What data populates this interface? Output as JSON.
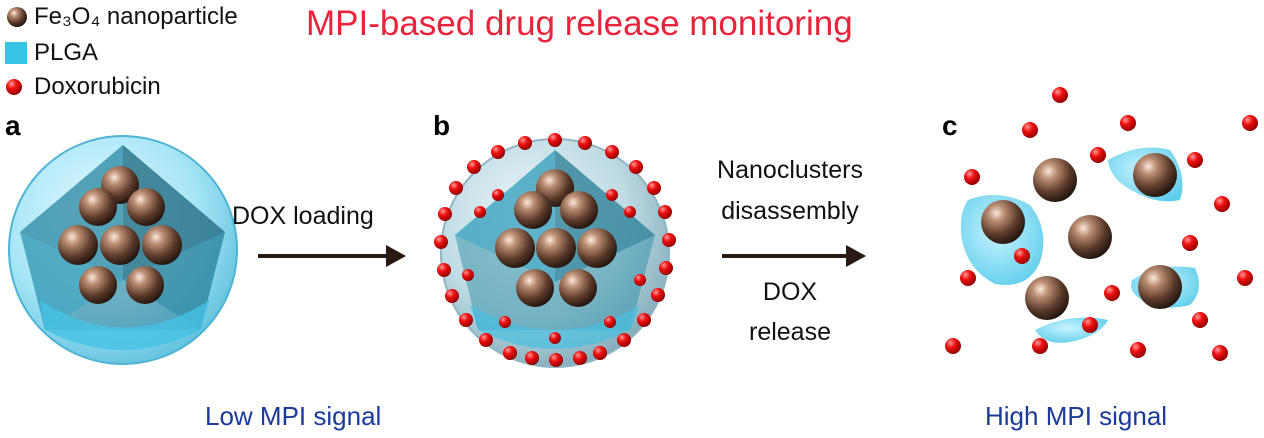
{
  "title": "MPI-based drug release monitoring",
  "legend": {
    "fe3o4": "Fe₃O₄ nanoparticle",
    "plga": "PLGA",
    "dox": "Doxorubicin"
  },
  "panels": {
    "a": "a",
    "b": "b",
    "c": "c"
  },
  "steps": {
    "loading": "DOX loading",
    "disassembly_line1": "Nanoclusters",
    "disassembly_line2": "disassembly",
    "release_line1": "DOX",
    "release_line2": "release"
  },
  "signals": {
    "low": "Low MPI signal",
    "high": "High MPI signal"
  },
  "colors": {
    "title": "#e8233a",
    "plga": "#35c4e6",
    "dox": "#e60000",
    "fe3o4": "#5a3a2a",
    "signal_text": "#1b3a9a",
    "arrow": "#2a1a14"
  }
}
